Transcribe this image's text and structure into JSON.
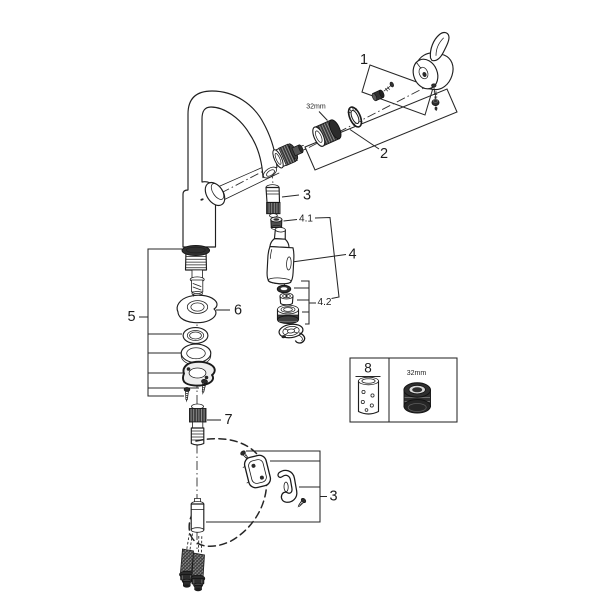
{
  "figure": {
    "kind": "exploded-parts-diagram",
    "background_color": "#ffffff",
    "ink_color": "#1f1f1f",
    "dark_part_color": "#303030"
  },
  "labels": {
    "handle_group": "1",
    "cartridge_group": "2",
    "hose": "3",
    "spray_head_group": "4",
    "spray_head_sub1": "4.1",
    "spray_head_sub2": "4.2",
    "mounting_set": "5",
    "escutcheon": "6",
    "hose_coupling": "7",
    "accessory_box": "8",
    "holder_set": "3",
    "cap_size": "32mm",
    "aerator_size": "32mm"
  }
}
